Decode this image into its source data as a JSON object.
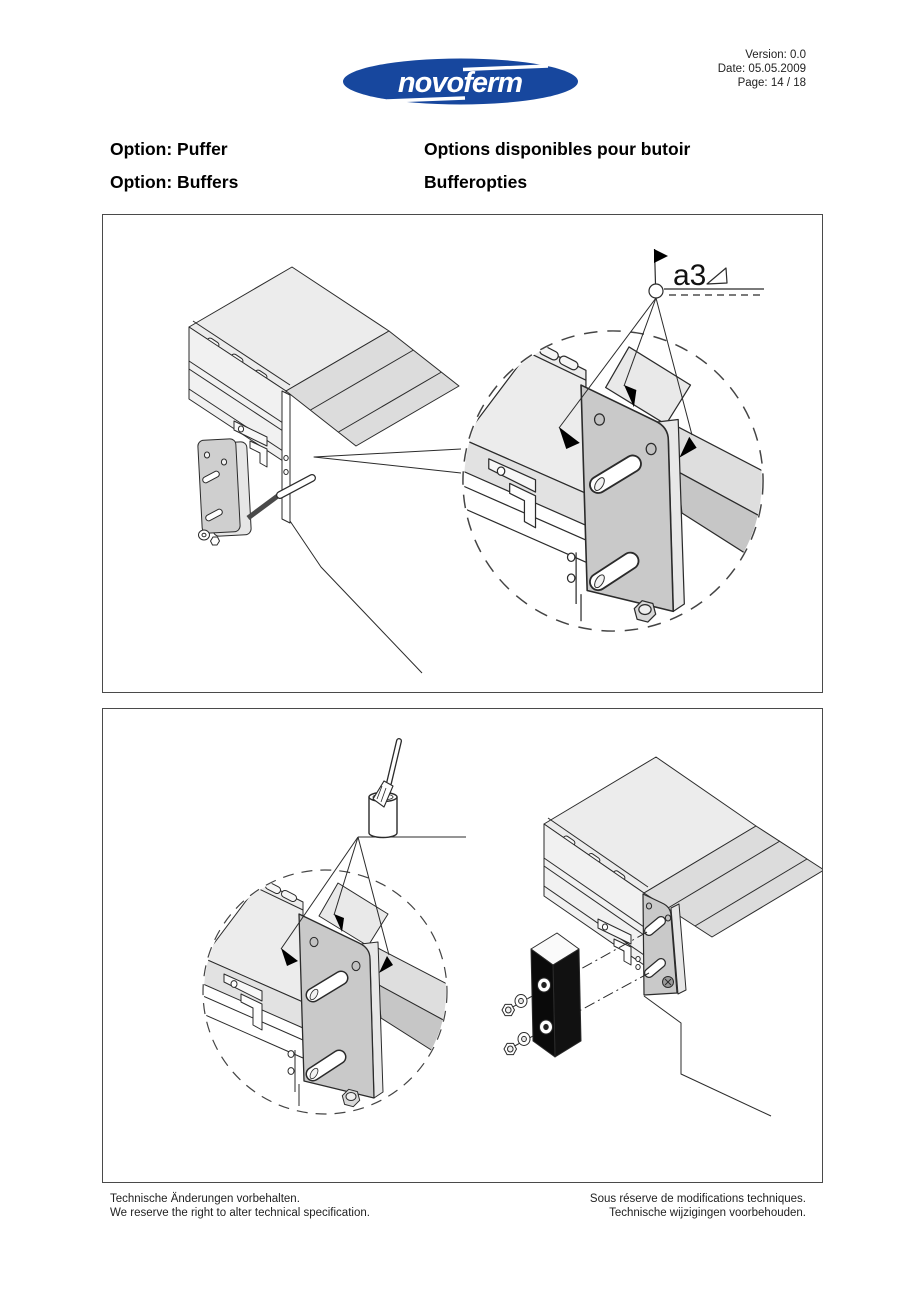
{
  "header": {
    "logo": {
      "text": "novoferm",
      "registered": "®"
    },
    "meta": {
      "version": "Version: 0.0",
      "date": "Date: 05.05.2009",
      "page": "Page: 14 / 18"
    }
  },
  "titles": {
    "de": "Option: Puffer",
    "en": "Option: Buffers",
    "fr": "Options disponibles pour butoir",
    "nl": "Bufferopties"
  },
  "figures": {
    "weld_annotation": "a3"
  },
  "footer": {
    "de": "Technische Änderungen vorbehalten.",
    "en": "We reserve the right to alter technical specification.",
    "fr": "Sous réserve de modifications techniques.",
    "nl": "Technische wijzigingen voorbehouden."
  },
  "colors": {
    "logo_blue": "#17479e",
    "line": "#2b2b2b",
    "fill_light": "#ececec",
    "fill_mid": "#c9c9c9",
    "buffer_black": "#0a0a0a"
  }
}
